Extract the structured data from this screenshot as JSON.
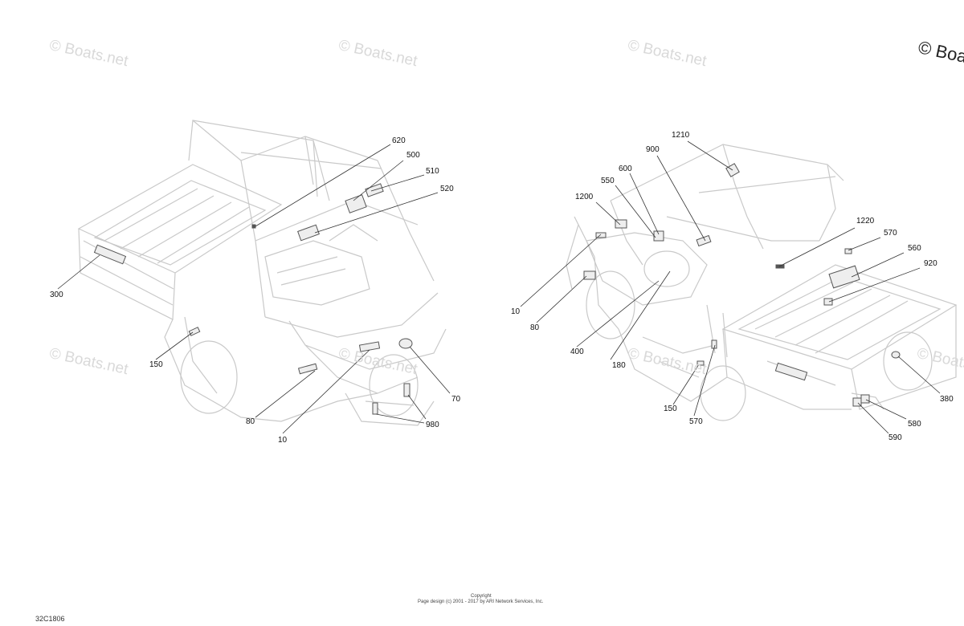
{
  "watermarks": [
    "© Boats.net",
    "© Boats.net",
    "© Boats.net",
    "© Boats.net",
    "© Boats.net",
    "© Boats.net",
    "© Boats.net"
  ],
  "corner_watermark": "© Boa",
  "left_view": {
    "callouts": [
      "620",
      "500",
      "510",
      "520",
      "300",
      "150",
      "80",
      "10",
      "70",
      "980"
    ]
  },
  "right_view": {
    "callouts": [
      "1210",
      "900",
      "600",
      "550",
      "1200",
      "10",
      "80",
      "400",
      "180",
      "1220",
      "570",
      "560",
      "920",
      "380",
      "580",
      "590",
      "150",
      "570"
    ]
  },
  "footer": {
    "copyright_label": "Copyright",
    "page_design": "Page design (c) 2001 - 2017 by ARI Network Services, Inc.",
    "diagram_ref": "32C1806"
  },
  "colors": {
    "line": "#c9c9c9",
    "leader": "#333333",
    "watermark": "#d9d9d9"
  }
}
